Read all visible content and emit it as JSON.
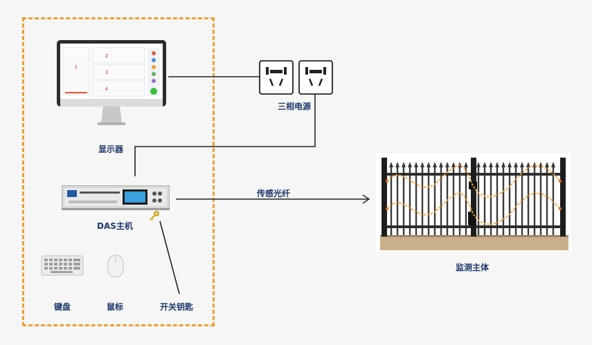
{
  "diagram": {
    "accent_dashed_border": "#f0a030",
    "label_color": "#1f3a6b",
    "labels": {
      "monitor": "显示器",
      "power": "三相电源",
      "das_host": "DAS主机",
      "fiber": "传感光纤",
      "monitored_object": "监测主体",
      "keyboard": "键盘",
      "mouse": "鼠标",
      "switch_key": "开关钥匙"
    },
    "screen_panels": [
      "1",
      "2",
      "3",
      "4"
    ],
    "icons": [
      "monitor-icon",
      "power-socket-icon",
      "das-host-icon",
      "key-icon",
      "keyboard-icon",
      "mouse-icon",
      "fence-icon"
    ]
  }
}
